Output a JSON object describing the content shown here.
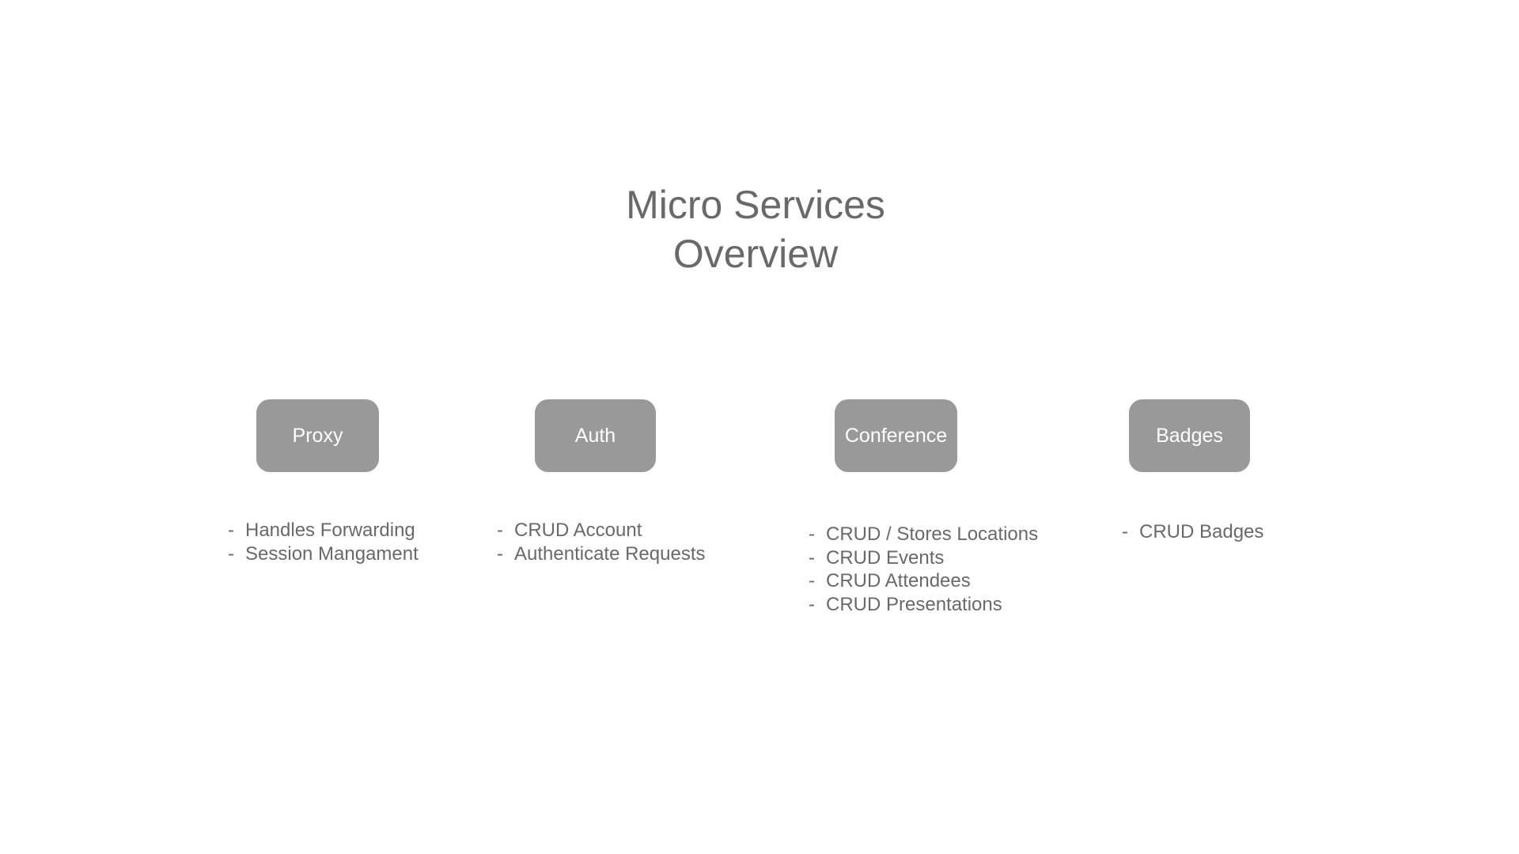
{
  "colors": {
    "canvas_bg": "#ffffff",
    "node_fill": "#999999",
    "node_label": "#ffffff",
    "text": "#696969"
  },
  "title": {
    "line1": "Micro Services",
    "line2": "Overview"
  },
  "bullet": "-",
  "services": [
    {
      "label": "Proxy",
      "items": [
        "Handles Forwarding",
        "Session Mangament"
      ]
    },
    {
      "label": "Auth",
      "items": [
        "CRUD Account",
        "Authenticate Requests"
      ]
    },
    {
      "label": "Conference",
      "items": [
        "CRUD / Stores Locations",
        "CRUD Events",
        "CRUD Attendees",
        "CRUD Presentations"
      ]
    },
    {
      "label": "Badges",
      "items": [
        "CRUD Badges"
      ]
    }
  ]
}
